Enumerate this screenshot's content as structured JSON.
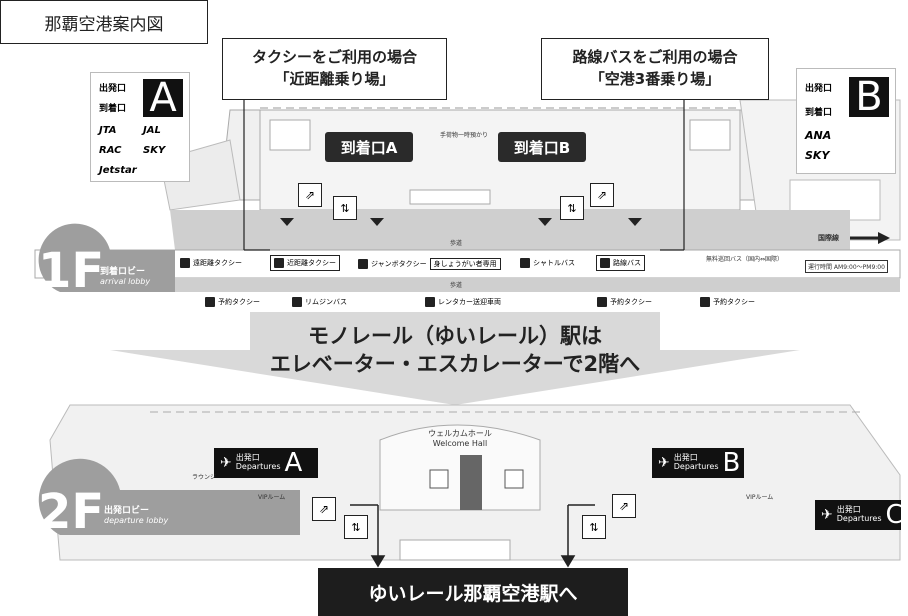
{
  "title": "那覇空港案内図",
  "callouts": {
    "taxi_line1": "タクシーをご利用の場合",
    "taxi_line2": "「近距離乗り場」",
    "bus_line1": "路線バスをご利用の場合",
    "bus_line2": "「空港3番乗り場」"
  },
  "gates_1f": {
    "a": "到着口A",
    "b": "到着口B"
  },
  "panel_a": {
    "arrival_exit": "出発口",
    "arrival_gate": "到着口",
    "letter": "A",
    "airlines": [
      "JTA",
      "JAL",
      "RAC",
      "SKY",
      "Jetstar"
    ]
  },
  "panel_b": {
    "arrival_exit": "出発口",
    "arrival_gate": "到着口",
    "letter": "B",
    "airlines": [
      "ANA",
      "SKY"
    ]
  },
  "floor_1f": {
    "num": "1F",
    "jp": "到着ロビー",
    "en": "arrival lobby",
    "sidewalk": "歩道",
    "baggage": "手荷物一時預かり",
    "intl": "国際線",
    "stops_row1": [
      "遠距離タクシー",
      "近距離タクシー",
      "ジャンボタクシー",
      "シャトルバス",
      "路線バス"
    ],
    "disabled_note": "身しょうがい者専用",
    "free_bus": "無料巡回バス（国内⇔国際）",
    "hours": "運行時間 AM9:00〜PM9:00",
    "stops_row2": [
      "予約タクシー",
      "リムジンバス",
      "レンタカー送迎車両",
      "予約タクシー",
      "予約タクシー"
    ]
  },
  "transfer_text": {
    "line1": "モノレール（ゆいレール）駅は",
    "line2": "エレベーター・エスカレーターで2階へ"
  },
  "floor_2f": {
    "num": "2F",
    "jp": "出発ロビー",
    "en": "departure lobby",
    "welcome_jp": "ウェルカムホール",
    "welcome_en": "Welcome Hall",
    "gates": [
      {
        "jp": "出発口",
        "en": "Departures",
        "letter": "A"
      },
      {
        "jp": "出発口",
        "en": "Departures",
        "letter": "B"
      },
      {
        "jp": "出発口",
        "en": "Departures",
        "letter": "C"
      }
    ],
    "lounge": "ラウンジ",
    "vip_a": "VIPルーム",
    "vip_b": "VIPルーム"
  },
  "banner": "ゆいレール那覇空港駅へ"
}
